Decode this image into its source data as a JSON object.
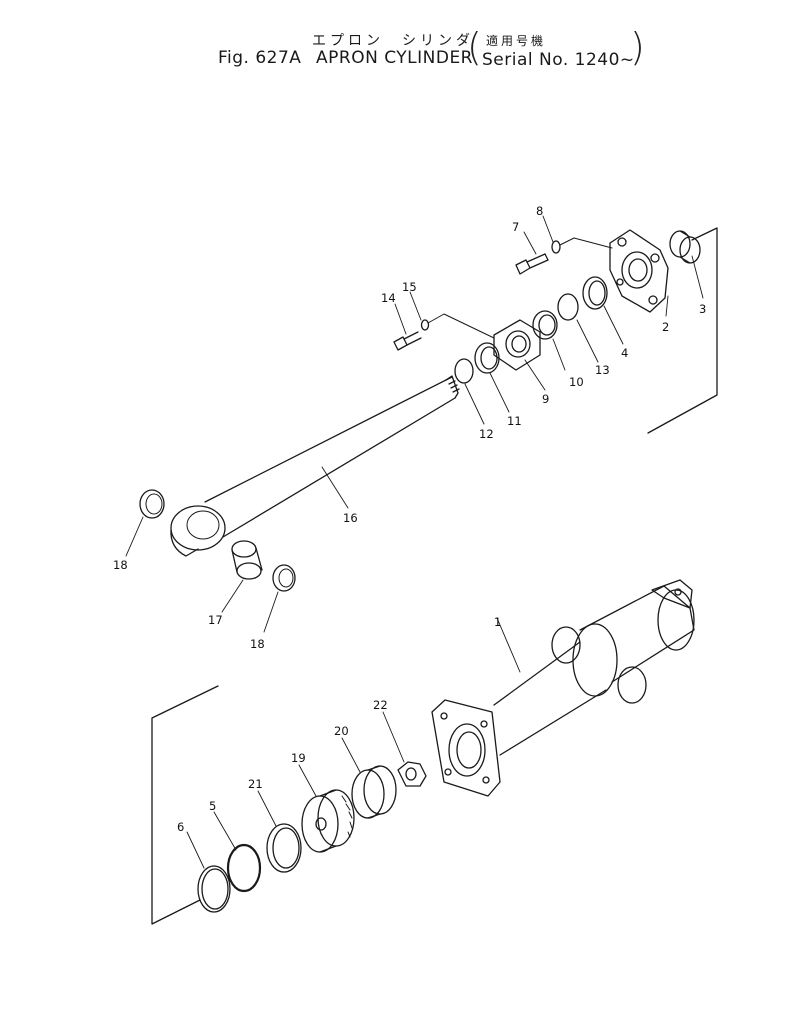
{
  "header": {
    "title_jp": "エプロン　シリンダ",
    "applicable_jp": "適用号機",
    "fig_label": "Fig. 627A",
    "title_en": "APRON CYLINDER",
    "serial": "Serial No. 1240~"
  },
  "callouts": [
    {
      "id": "c1",
      "label": "1"
    },
    {
      "id": "c2",
      "label": "2"
    },
    {
      "id": "c3",
      "label": "3"
    },
    {
      "id": "c4",
      "label": "4"
    },
    {
      "id": "c5",
      "label": "5"
    },
    {
      "id": "c6",
      "label": "6"
    },
    {
      "id": "c7",
      "label": "7"
    },
    {
      "id": "c8",
      "label": "8"
    },
    {
      "id": "c9",
      "label": "9"
    },
    {
      "id": "c10",
      "label": "10"
    },
    {
      "id": "c11",
      "label": "11"
    },
    {
      "id": "c12",
      "label": "12"
    },
    {
      "id": "c13",
      "label": "13"
    },
    {
      "id": "c14",
      "label": "14"
    },
    {
      "id": "c15",
      "label": "15"
    },
    {
      "id": "c16",
      "label": "16"
    },
    {
      "id": "c17",
      "label": "17"
    },
    {
      "id": "c18a",
      "label": "18"
    },
    {
      "id": "c18b",
      "label": "18"
    },
    {
      "id": "c19",
      "label": "19"
    },
    {
      "id": "c20",
      "label": "20"
    },
    {
      "id": "c21",
      "label": "21"
    },
    {
      "id": "c22",
      "label": "22"
    }
  ]
}
